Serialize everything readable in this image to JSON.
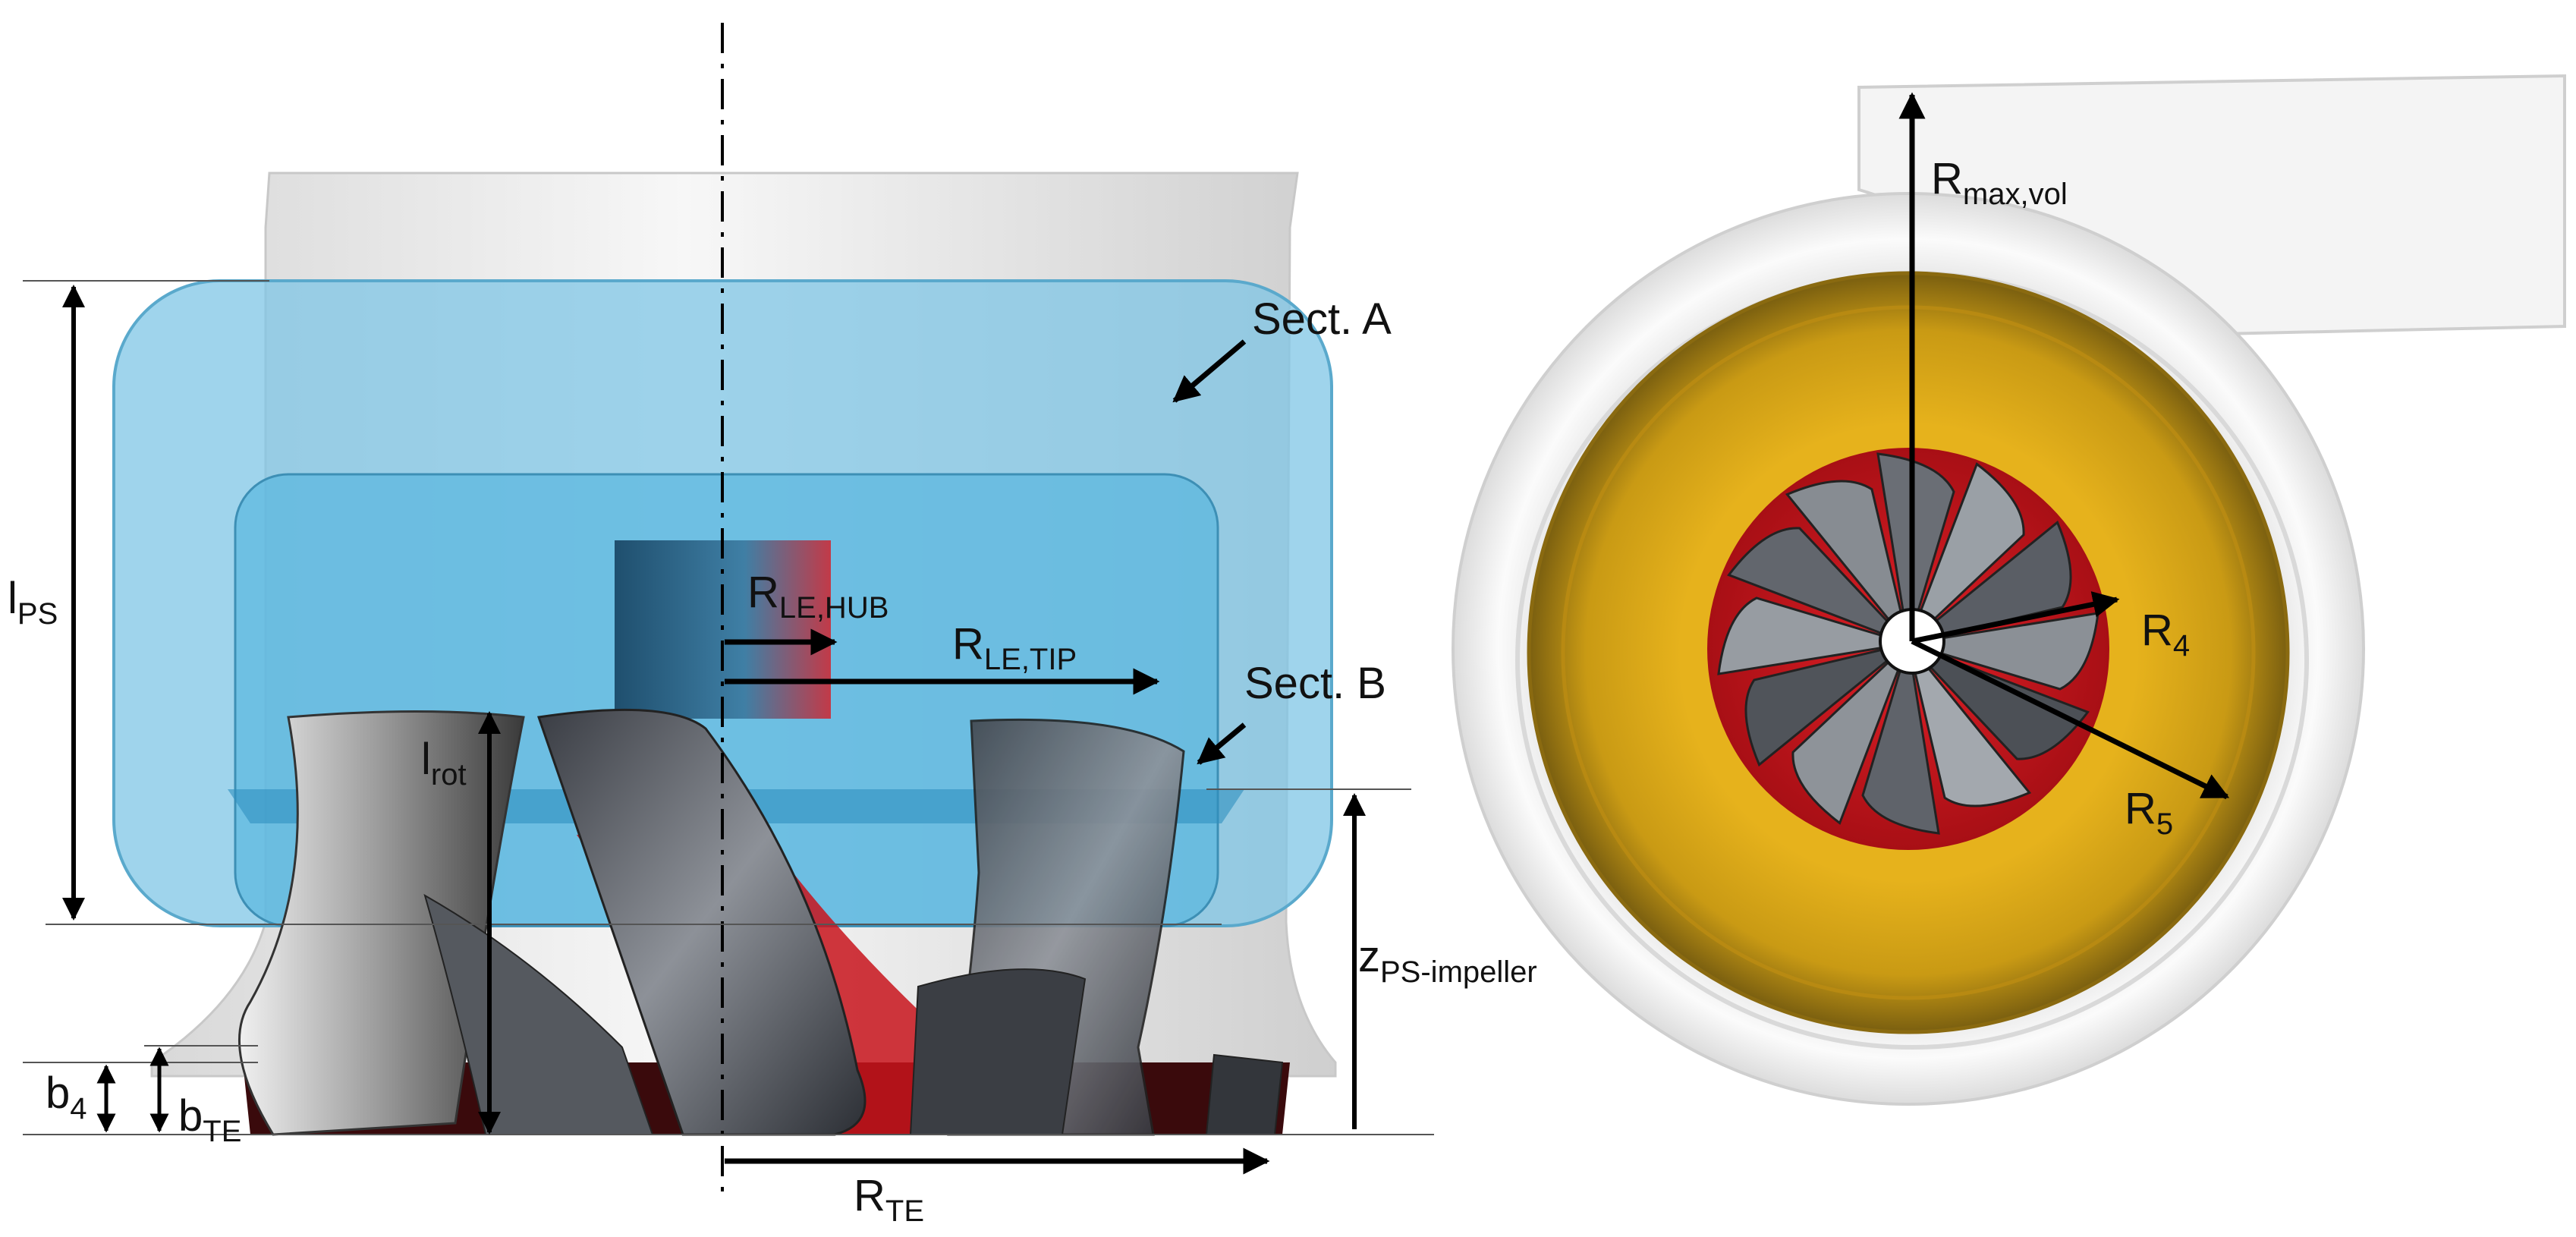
{
  "labels": {
    "sect_a": "Sect. A",
    "sect_b": "Sect. B",
    "l_ps": {
      "main": "l",
      "sub": "PS"
    },
    "l_rot": {
      "main": "l",
      "sub": "rot"
    },
    "r_le_hub": {
      "main": "R",
      "sub": "LE,HUB"
    },
    "r_le_tip": {
      "main": "R",
      "sub": "LE,TIP"
    },
    "z_ps_impeller": {
      "main": "z",
      "sub": "PS-impeller"
    },
    "b4": {
      "main": "b",
      "sub": "4"
    },
    "b_te": {
      "main": "b",
      "sub": "TE"
    },
    "r_te": {
      "main": "R",
      "sub": "TE"
    },
    "r_max_vol": {
      "main": "R",
      "sub": "max,vol"
    },
    "r4": {
      "main": "R",
      "sub": "4"
    },
    "r5": {
      "main": "R",
      "sub": "5"
    }
  },
  "colors": {
    "domain_blue": "#7fc6e6",
    "impeller_red": "#c8141c",
    "rotor_gold": "#d4a418",
    "blade_gray": "#4a4e55",
    "housing_white": "#f2f2f2"
  }
}
